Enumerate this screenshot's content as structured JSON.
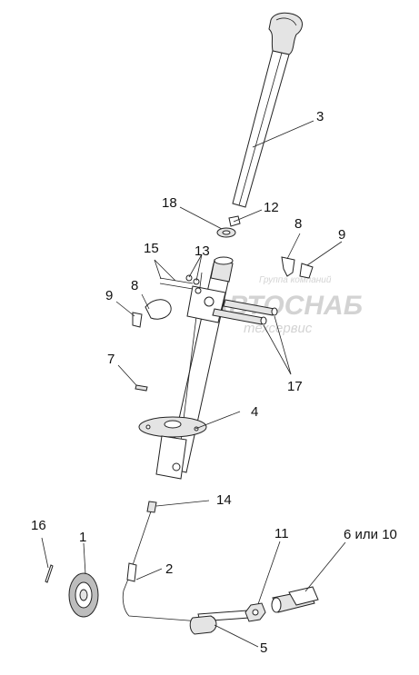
{
  "watermark": {
    "line1": "Группа компаний",
    "line2": "АВТОСНАБ",
    "line3": "техсервис"
  },
  "callouts": [
    {
      "id": "1",
      "label": "1"
    },
    {
      "id": "2",
      "label": "2"
    },
    {
      "id": "3",
      "label": "3"
    },
    {
      "id": "4",
      "label": "4"
    },
    {
      "id": "5",
      "label": "5"
    },
    {
      "id": "6",
      "label": "6 или 10"
    },
    {
      "id": "7",
      "label": "7"
    },
    {
      "id": "8a",
      "label": "8"
    },
    {
      "id": "8b",
      "label": "8"
    },
    {
      "id": "9a",
      "label": "9"
    },
    {
      "id": "9b",
      "label": "9"
    },
    {
      "id": "11",
      "label": "11"
    },
    {
      "id": "12",
      "label": "12"
    },
    {
      "id": "13",
      "label": "13"
    },
    {
      "id": "14",
      "label": "14"
    },
    {
      "id": "15",
      "label": "15"
    },
    {
      "id": "16",
      "label": "16"
    },
    {
      "id": "17",
      "label": "17"
    },
    {
      "id": "18",
      "label": "18"
    }
  ],
  "colors": {
    "line": "#222222",
    "shade": "#e4e4e4",
    "watermark": "#cfcfcf"
  }
}
